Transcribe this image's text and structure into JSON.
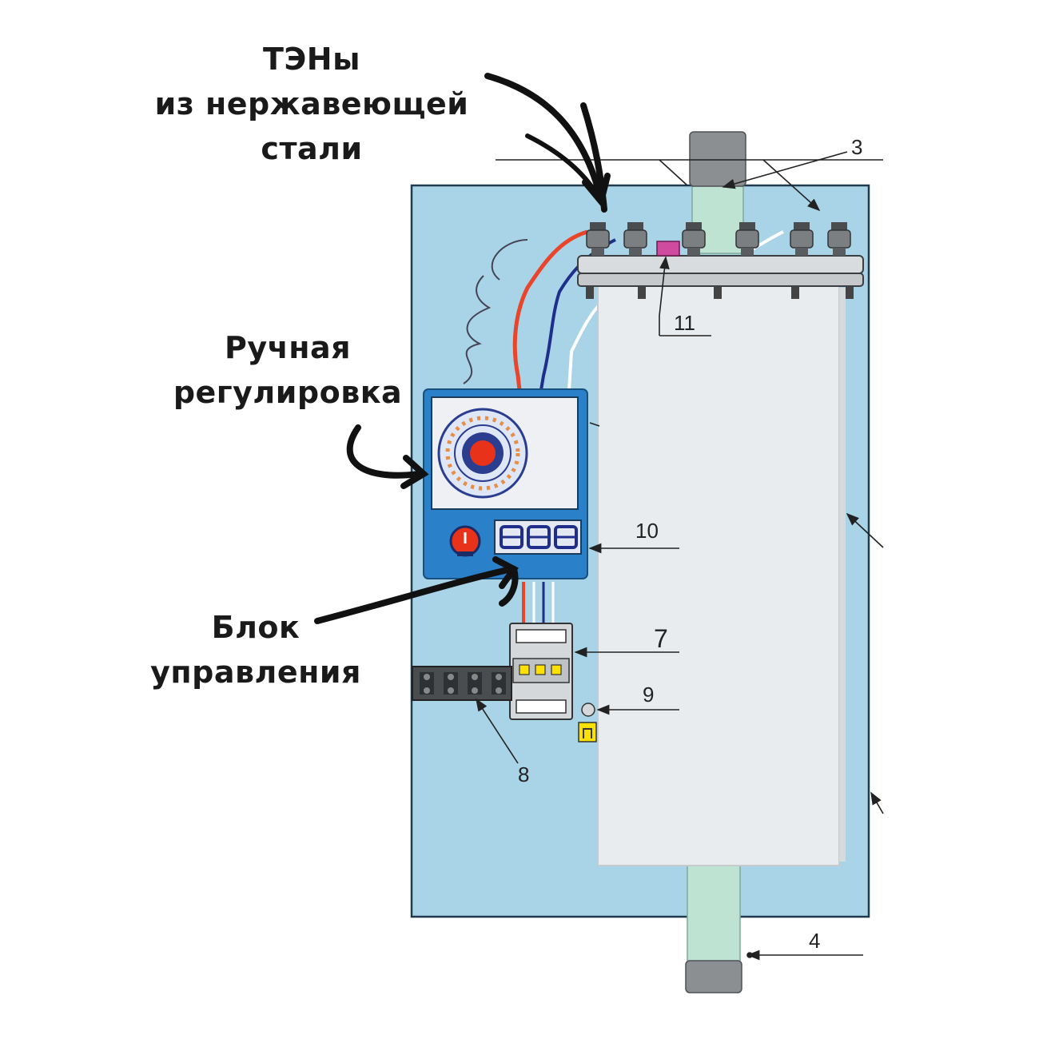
{
  "callouts": {
    "heating_elements": [
      "ТЭНы",
      "из нержавеющей",
      "стали"
    ],
    "manual_control": [
      "Ручная",
      "регулировка"
    ],
    "control_unit": [
      "Блок",
      "управления"
    ]
  },
  "part_numbers": {
    "n3": "3",
    "n4": "4",
    "n7": "7",
    "n8": "8",
    "n9": "9",
    "n10": "10",
    "n11": "11"
  },
  "colors": {
    "housing": "#a9d3e6",
    "housing_border": "#1f3a4d",
    "tank": "#e9ecee",
    "pipe": "#bfe3d2",
    "pipe_cap": "#8c8f92",
    "panel": "#2a80c9",
    "dial_center": "#e8331a",
    "wire_red": "#e8452a",
    "wire_blue": "#1e2e8a",
    "terminal": "#ffe100",
    "arrow": "#111111"
  }
}
